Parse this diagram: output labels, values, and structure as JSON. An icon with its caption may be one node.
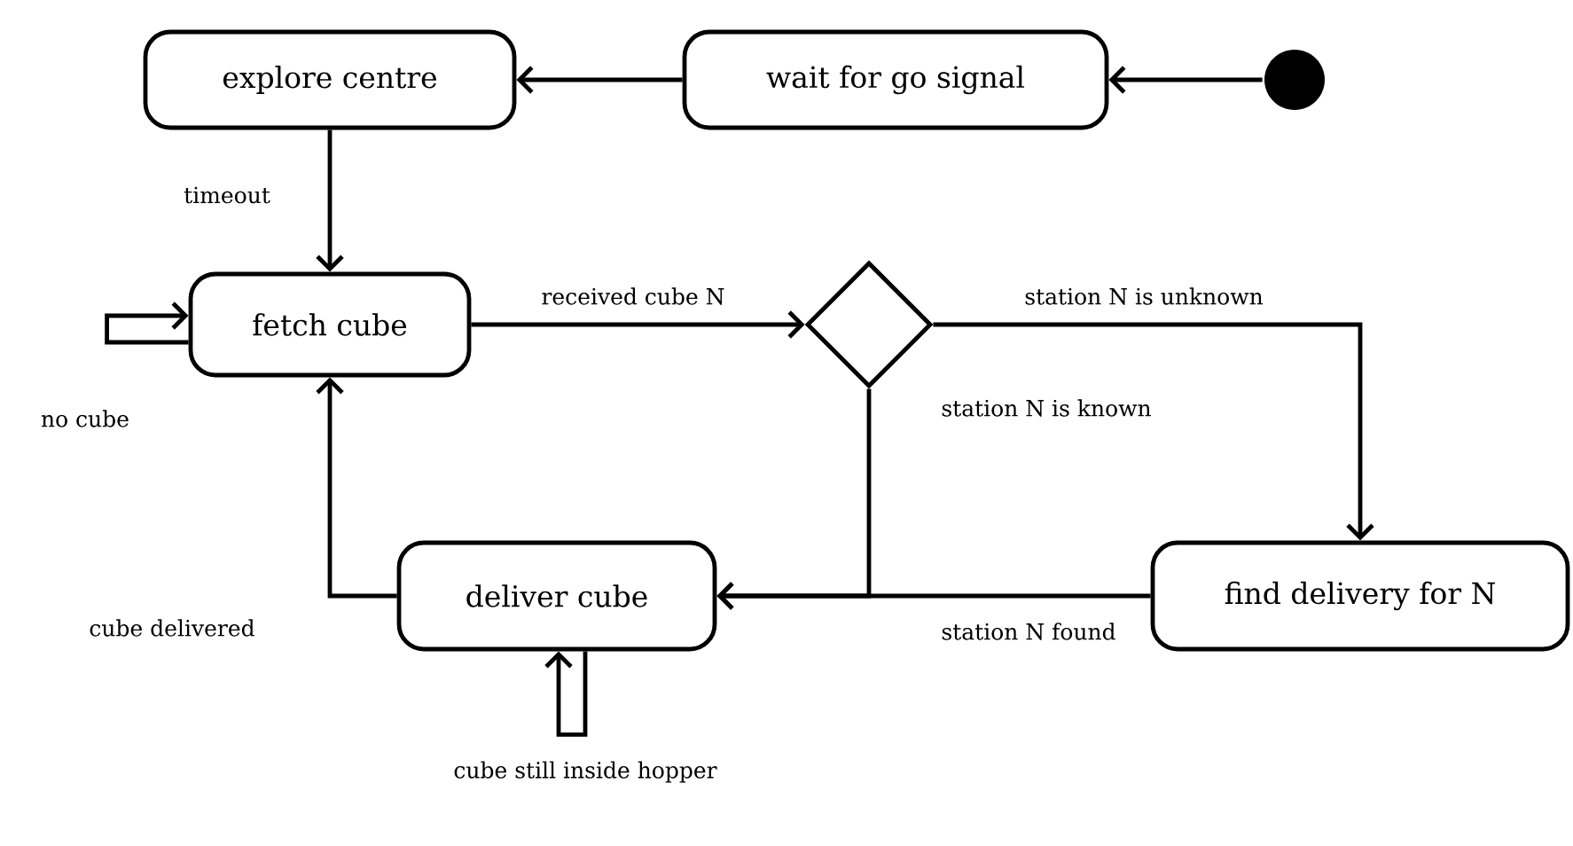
{
  "diagram": {
    "nodes": [
      {
        "text": [
          "explore centre"
        ]
      },
      {
        "text": [
          "wait for go signal"
        ]
      },
      {
        "text": [],
        "shape": "circle"
      },
      {
        "text": [
          "fetch cube"
        ]
      },
      {
        "text": [],
        "shape": "diamond"
      },
      {
        "text": [
          "deliver cube"
        ]
      },
      {
        "text": [
          "find delivery for N"
        ]
      }
    ],
    "edges": [
      {
        "from": 2,
        "to": 1,
        "arrow": "to"
      },
      {
        "from": 1,
        "to": 0,
        "arrow": "to"
      },
      {
        "from": 0,
        "to": 3,
        "arrow": "to",
        "label": "timeout"
      },
      {
        "from": 3,
        "to": 3,
        "arrow": "to",
        "label": "no cube"
      },
      {
        "from": 3,
        "to": 4,
        "arrow": "to",
        "label": "received cube N"
      },
      {
        "from": 4,
        "to": 6,
        "arrow": "to",
        "label": "station N is unknown"
      },
      {
        "from": 4,
        "to": 5,
        "arrow": "to",
        "label": "station N is known"
      },
      {
        "from": 6,
        "to": 5,
        "arrow": "to",
        "label": "station N found"
      },
      {
        "from": 5,
        "to": 3,
        "arrow": "to",
        "label": "cube delivered"
      },
      {
        "from": 5,
        "to": 5,
        "arrow": "to",
        "label": "cube still inside hopper"
      }
    ]
  }
}
